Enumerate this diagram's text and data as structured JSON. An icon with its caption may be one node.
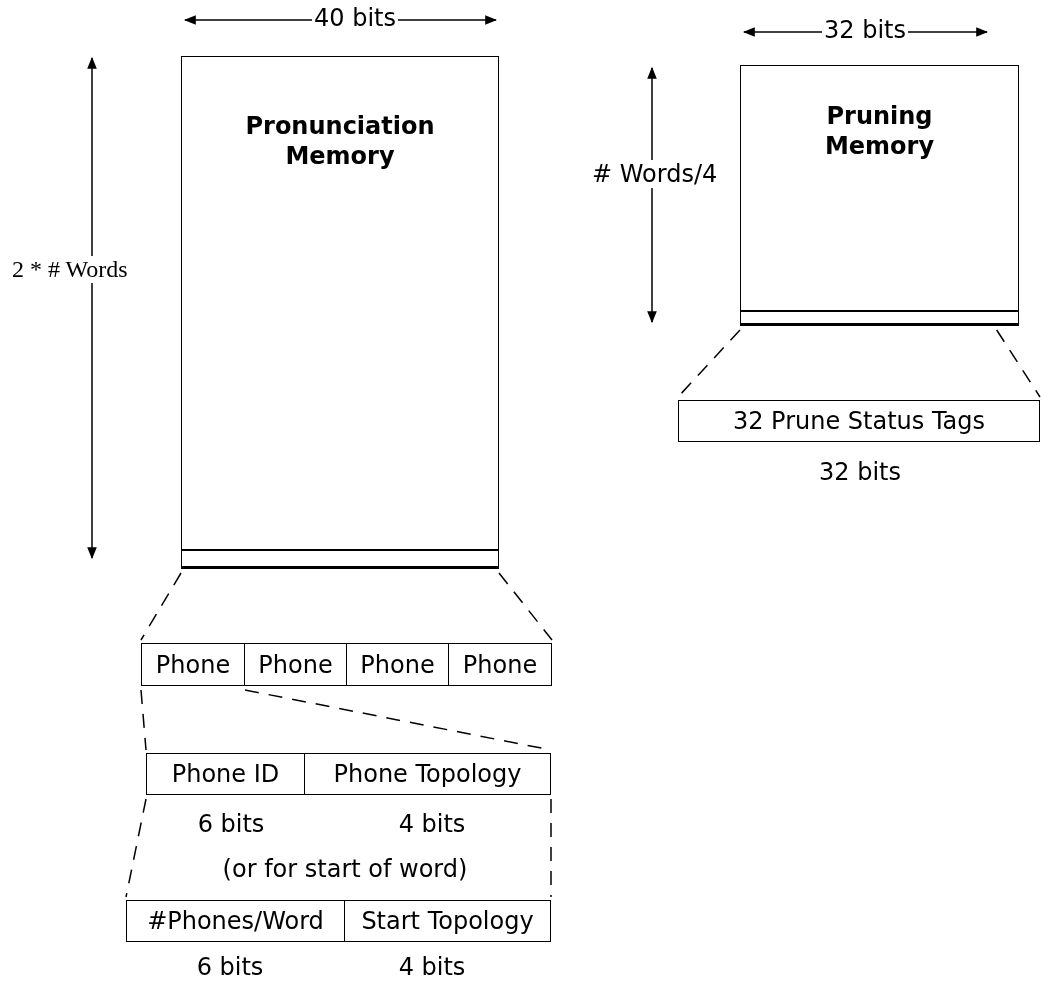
{
  "diagram": {
    "nodes": [
      {
        "text": [
          "Pronunciation Memory"
        ]
      },
      {
        "text": [],
        "shape": "bar",
        "in": 0
      },
      {
        "text": [
          "Pruning Memory"
        ]
      },
      {
        "text": [],
        "shape": "bar",
        "in": 2
      },
      {
        "text": [
          "32 Prune Status Tags"
        ],
        "beside": [
          "32 bits"
        ]
      },
      {
        "text": [
          "Phone"
        ]
      },
      {
        "text": [
          "Phone"
        ]
      },
      {
        "text": [
          "Phone"
        ]
      },
      {
        "text": [
          "Phone"
        ]
      },
      {
        "text": [
          "Phone ID"
        ],
        "beside": [
          "6 bits"
        ]
      },
      {
        "text": [
          "Phone Topology"
        ],
        "beside": [
          "4 bits"
        ]
      },
      {
        "text": [
          "#Phones/Word"
        ],
        "beside": [
          "6 bits"
        ]
      },
      {
        "text": [
          "Start Topology"
        ],
        "beside": [
          "4 bits"
        ]
      }
    ],
    "edges": [
      {
        "from": 1,
        "to": 5,
        "arrow": "none",
        "style": "dashed"
      },
      {
        "from": 1,
        "to": 8,
        "arrow": "none",
        "style": "dashed"
      },
      {
        "from": 3,
        "to": 4,
        "arrow": "none",
        "style": "dashed"
      },
      {
        "from": 3,
        "to": 4,
        "arrow": "none",
        "style": "dashed"
      },
      {
        "from": 5,
        "to": 9,
        "arrow": "none",
        "style": "dashed"
      },
      {
        "from": 5,
        "to": 10,
        "arrow": "none",
        "style": "dashed"
      },
      {
        "from": 9,
        "to": 11,
        "arrow": "none",
        "style": "dashed"
      },
      {
        "from": 10,
        "to": 12,
        "arrow": "none",
        "style": "dashed"
      }
    ],
    "labels": [
      "40 bits",
      "32 bits",
      "# Words/4",
      "2 * # Words",
      "(or for start of word)"
    ]
  }
}
